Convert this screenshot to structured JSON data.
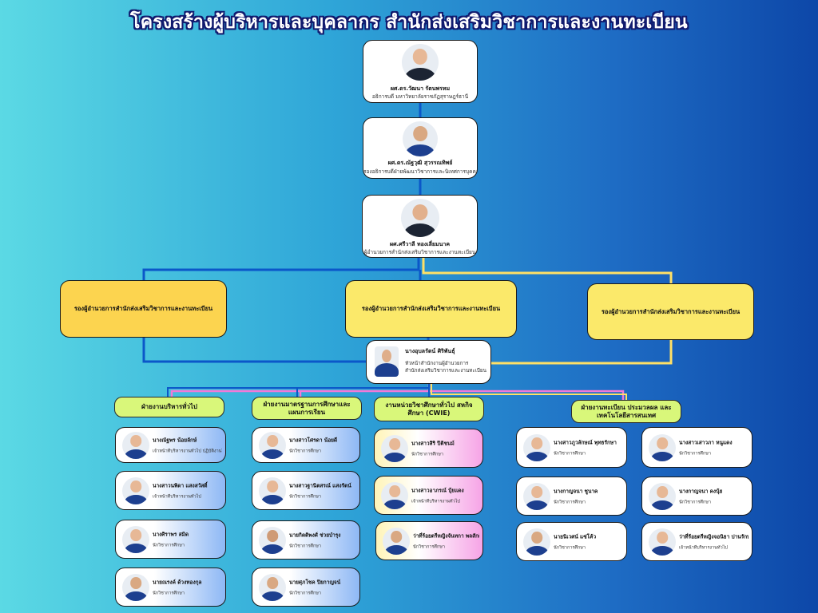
{
  "title": "โครงสร้างผู้บริหารและบุคลากร สำนักส่งเสริมวิชาการและงานทะเบียน",
  "executives": [
    {
      "name": "ผศ.ดร.วัฒนา รัตนพรหม",
      "position": "อธิการบดี มหาวิทยาลัยราชภัฏสุราษฎร์ธานี"
    },
    {
      "name": "ผศ.ดร.ณัฐวุฒิ สุวรรณทิพย์",
      "position": "รองอธิการบดีฝ่ายพัฒนาวิชาการและนิเทศการบุคคล"
    },
    {
      "name": "ผศ.ศรีวาลี ทองเลี่ยมนาค",
      "position": "ผู้อำนวยการสำนักส่งเสริมวิชาการและงานทะเบียน"
    }
  ],
  "deputies": [
    "รองผู้อำนวยการสำนักส่งเสริมวิชาการและงานทะเบียน",
    "รองผู้อำนวยการสำนักส่งเสริมวิชาการและงานทะเบียน",
    "รองผู้อำนวยการสำนักส่งเสริมวิชาการและงานทะเบียน"
  ],
  "office_head": {
    "name": "นางอุบลรัตน์ ศิริพันธุ์",
    "position_line1": "หัวหน้าสำนักงานผู้อำนวยการ",
    "position_line2": "สำนักส่งเสริมวิชาการและงานทะเบียน"
  },
  "divisions": [
    {
      "label": "ฝ่ายงานบริหารทั่วไป"
    },
    {
      "label": "ฝ่ายงานมาตรฐานการศึกษาและแผนการเรียน"
    },
    {
      "label": "งานหน่วยวิชาศึกษาทั่วไป สหกิจศึกษา (CWIE)"
    },
    {
      "label": "ฝ่ายงานทะเบียน ประมวลผล และเทคโนโลยีสารสนเทศ"
    }
  ],
  "staff": {
    "col1": [
      {
        "name": "นางณัฐพร น้อยลักษ์",
        "position": "เจ้าหน้าที่บริหารงานทั่วไป ปฏิบัติงานในหน้าที่ นักวิชาการ"
      },
      {
        "name": "นางสาวนพิดา แสงสวัสดิ์",
        "position": "เจ้าหน้าที่บริหารงานทั่วไป"
      },
      {
        "name": "นางศิราพร สมิด",
        "position": "นักวิชาการศึกษา"
      },
      {
        "name": "นายณรงค์ ด้วงทองกุล",
        "position": "นักวิชาการศึกษา"
      }
    ],
    "col2": [
      {
        "name": "นางสาวโศรดา น้อยดี",
        "position": "นักวิชาการศึกษา"
      },
      {
        "name": "นางสาวฐานิตสรณ์ แสงรัตน์",
        "position": "นักวิชาการศึกษา"
      },
      {
        "name": "นายกิตติพงศ์ ช่วยบำรุง",
        "position": "นักวิชาการศึกษา"
      },
      {
        "name": "นายศุภโชค ปิยกาญจน์",
        "position": "นักวิชาการศึกษา"
      }
    ],
    "col3": [
      {
        "name": "นางสาวสิริ ปิติชนม์",
        "position": "นักวิชาการศึกษา"
      },
      {
        "name": "นางสาวอาภรณ์ บุ้ยแดง",
        "position": "เจ้าหน้าที่บริหารงานทั่วไป"
      },
      {
        "name": "ว่าที่ร้อยตรีหญิงจันทกา พลสักดี",
        "position": "นักวิชาการศึกษา"
      }
    ],
    "col4": [
      {
        "name": "นางสาวภูวลักษณ์ พุทธรักษา",
        "position": "นักวิชาการศึกษา"
      },
      {
        "name": "นางกาญจนา ชูนาค",
        "position": "นักวิชาการศึกษา"
      },
      {
        "name": "นายนิเวศน์ แซ่โค้ว",
        "position": "นักวิชาการศึกษา"
      }
    ],
    "col5": [
      {
        "name": "นางสาวเสาวภา หนูแดง",
        "position": "นักวิชาการศึกษา"
      },
      {
        "name": "นางกาญจนา คงนุ้ย",
        "position": "นักวิชาการศึกษา"
      },
      {
        "name": "ว่าที่ร้อยตรีหญิงจอนิธา ปานรักษ์",
        "position": "เจ้าหน้าที่บริหารงานทั่วไป"
      }
    ]
  },
  "colors": {
    "line_blue": "#0b57c9",
    "line_yellow": "#ffe066",
    "line_pink": "#f07ad8",
    "deputy_fill": "#fbe96a",
    "division_fill": "#d9f77a",
    "uniform": "#1d3f8f",
    "skin": "#e7b896"
  }
}
